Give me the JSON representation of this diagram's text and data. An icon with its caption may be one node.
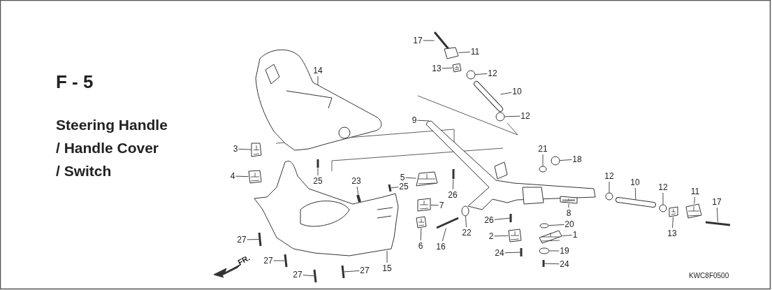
{
  "diagram": {
    "title": "Steering Handle / Handle Cover / Switch",
    "nodes": [
      {
        "text": [
          "17"
        ]
      },
      {
        "text": [
          "11"
        ]
      },
      {
        "text": [
          "13"
        ]
      },
      {
        "text": [
          "12"
        ]
      },
      {
        "text": [
          "10"
        ]
      },
      {
        "text": [
          "12"
        ]
      },
      {
        "text": [
          "14"
        ]
      },
      {
        "text": [
          "9"
        ]
      },
      {
        "text": [
          "21"
        ]
      },
      {
        "text": [
          "3"
        ]
      },
      {
        "text": [
          "18"
        ]
      },
      {
        "text": [
          "12"
        ]
      },
      {
        "text": [
          "5"
        ]
      },
      {
        "text": [
          "4"
        ]
      },
      {
        "text": [
          "25"
        ]
      },
      {
        "text": [
          "23"
        ]
      },
      {
        "text": [
          "10"
        ]
      },
      {
        "text": [
          "12"
        ]
      },
      {
        "text": [
          "11"
        ]
      },
      {
        "text": [
          "26"
        ]
      },
      {
        "text": [
          "25"
        ]
      },
      {
        "text": [
          "17"
        ]
      },
      {
        "text": [
          "7"
        ]
      },
      {
        "text": [
          "8"
        ]
      },
      {
        "text": [
          "26"
        ]
      },
      {
        "text": [
          "20"
        ]
      },
      {
        "text": [
          "22"
        ]
      },
      {
        "text": [
          "13"
        ]
      },
      {
        "text": [
          "1"
        ]
      },
      {
        "text": [
          "2"
        ]
      },
      {
        "text": [
          "27"
        ]
      },
      {
        "text": [
          "6"
        ]
      },
      {
        "text": [
          "16"
        ]
      },
      {
        "text": [
          "19"
        ]
      },
      {
        "text": [
          "24"
        ]
      },
      {
        "text": [
          "27"
        ]
      },
      {
        "text": [
          "24"
        ]
      },
      {
        "text": [
          "15"
        ]
      },
      {
        "text": [
          "27"
        ]
      },
      {
        "text": [
          "27"
        ]
      },
      {
        "text": [],
        "shape": "picture"
      },
      {
        "text": [],
        "shape": "picture"
      },
      {
        "text": [],
        "shape": "picture"
      },
      {
        "text": [],
        "shape": "picture"
      },
      {
        "text": [],
        "shape": "picture"
      },
      {
        "text": [],
        "shape": "picture"
      },
      {
        "text": [],
        "shape": "picture"
      },
      {
        "text": [],
        "shape": "picture"
      },
      {
        "text": [],
        "shape": "picture"
      },
      {
        "text": [],
        "shape": "picture"
      },
      {
        "text": [],
        "shape": "picture"
      },
      {
        "text": [],
        "shape": "picture"
      },
      {
        "text": [],
        "shape": "picture"
      },
      {
        "text": [],
        "shape": "picture"
      },
      {
        "text": [],
        "shape": "picture"
      },
      {
        "text": [],
        "shape": "picture"
      },
      {
        "text": [],
        "shape": "picture"
      },
      {
        "text": [],
        "shape": "picture"
      },
      {
        "text": [],
        "shape": "picture"
      },
      {
        "text": [],
        "shape": "picture"
      },
      {
        "text": [],
        "shape": "picture"
      },
      {
        "text": [],
        "shape": "picture"
      },
      {
        "text": [],
        "shape": "picture"
      },
      {
        "text": [],
        "shape": "picture"
      },
      {
        "text": [],
        "shape": "picture"
      },
      {
        "text": [],
        "shape": "picture"
      },
      {
        "text": [],
        "shape": "picture"
      },
      {
        "text": [],
        "shape": "picture"
      },
      {
        "text": [],
        "shape": "picture"
      },
      {
        "text": [],
        "shape": "picture"
      },
      {
        "text": [],
        "shape": "picture"
      },
      {
        "text": [],
        "shape": "picture"
      },
      {
        "text": [],
        "shape": "picture"
      },
      {
        "text": [],
        "shape": "picture"
      },
      {
        "text": [],
        "shape": "picture"
      },
      {
        "text": [],
        "shape": "picture"
      },
      {
        "text": [],
        "shape": "picture"
      },
      {
        "text": [],
        "shape": "picture"
      },
      {
        "text": [],
        "shape": "picture"
      },
      {
        "text": [],
        "shape": "picture"
      }
    ],
    "edges": [
      {
        "from": 0,
        "to": 40,
        "arrow": "none"
      },
      {
        "from": 1,
        "to": 41,
        "arrow": "none"
      },
      {
        "from": 2,
        "to": 42,
        "arrow": "none"
      },
      {
        "from": 3,
        "to": 43,
        "arrow": "none"
      },
      {
        "from": 4,
        "to": 44,
        "arrow": "none"
      },
      {
        "from": 5,
        "to": 45,
        "arrow": "none"
      },
      {
        "from": 6,
        "to": 46,
        "arrow": "none"
      },
      {
        "from": 7,
        "to": 47,
        "arrow": "none"
      },
      {
        "from": 8,
        "to": 48,
        "arrow": "none"
      },
      {
        "from": 9,
        "to": 49,
        "arrow": "none"
      },
      {
        "from": 10,
        "to": 50,
        "arrow": "none"
      },
      {
        "from": 11,
        "to": 51,
        "arrow": "none"
      },
      {
        "from": 12,
        "to": 52,
        "arrow": "none"
      },
      {
        "from": 13,
        "to": 53,
        "arrow": "none"
      },
      {
        "from": 14,
        "to": 54,
        "arrow": "none"
      },
      {
        "from": 15,
        "to": 55,
        "arrow": "none"
      },
      {
        "from": 16,
        "to": 56,
        "arrow": "none"
      },
      {
        "from": 17,
        "to": 57,
        "arrow": "none"
      },
      {
        "from": 18,
        "to": 58,
        "arrow": "none"
      },
      {
        "from": 19,
        "to": 59,
        "arrow": "none"
      },
      {
        "from": 20,
        "to": 60,
        "arrow": "none"
      },
      {
        "from": 21,
        "to": 61,
        "arrow": "none"
      },
      {
        "from": 22,
        "to": 62,
        "arrow": "none"
      },
      {
        "from": 23,
        "to": 63,
        "arrow": "none"
      },
      {
        "from": 24,
        "to": 64,
        "arrow": "none"
      },
      {
        "from": 25,
        "to": 65,
        "arrow": "none"
      },
      {
        "from": 26,
        "to": 66,
        "arrow": "none"
      },
      {
        "from": 27,
        "to": 67,
        "arrow": "none"
      },
      {
        "from": 28,
        "to": 68,
        "arrow": "none"
      },
      {
        "from": 29,
        "to": 69,
        "arrow": "none"
      },
      {
        "from": 30,
        "to": 70,
        "arrow": "none"
      },
      {
        "from": 31,
        "to": 71,
        "arrow": "none"
      },
      {
        "from": 32,
        "to": 72,
        "arrow": "none"
      },
      {
        "from": 33,
        "to": 73,
        "arrow": "none"
      },
      {
        "from": 34,
        "to": 74,
        "arrow": "none"
      },
      {
        "from": 35,
        "to": 75,
        "arrow": "none"
      },
      {
        "from": 36,
        "to": 76,
        "arrow": "none"
      },
      {
        "from": 37,
        "to": 77,
        "arrow": "none"
      },
      {
        "from": 38,
        "to": 78,
        "arrow": "none"
      },
      {
        "from": 39,
        "to": 79,
        "arrow": "none"
      }
    ],
    "labels": [
      "F - 5",
      "FR.",
      "KWC8F0500"
    ]
  }
}
